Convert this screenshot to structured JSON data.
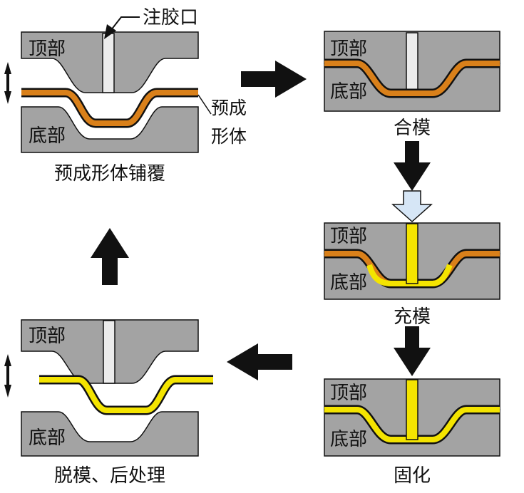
{
  "colors": {
    "mold_gray": "#a3a3a3",
    "preform_orange": "#d9801a",
    "resin_yellow": "#f4e400",
    "nozzle_light": "#ececec",
    "outline": "#111111",
    "hollow_arrow": "#d6e6f6"
  },
  "labels": {
    "injection_port": "注胶口",
    "preform_line1": "预成",
    "preform_line2": "形体",
    "top": "顶部",
    "bottom": "底部"
  },
  "steps": [
    {
      "caption": "预成形体铺覆"
    },
    {
      "caption": "合模"
    },
    {
      "caption": "充模"
    },
    {
      "caption": "固化"
    },
    {
      "caption": "脱模、后处理"
    }
  ],
  "arrows": [
    {
      "name": "right-arrow",
      "direction": "right"
    },
    {
      "name": "down-arrow-1",
      "direction": "down"
    },
    {
      "name": "inject-arrow",
      "direction": "down",
      "style": "hollow"
    },
    {
      "name": "down-arrow-2",
      "direction": "down"
    },
    {
      "name": "left-arrow",
      "direction": "left"
    },
    {
      "name": "up-arrow",
      "direction": "up"
    }
  ]
}
